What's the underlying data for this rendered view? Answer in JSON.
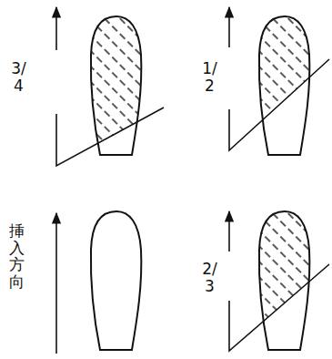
{
  "diagram": {
    "labels": [
      "3/4",
      "1/2",
      "挿入方向",
      "2/3"
    ]
  }
}
